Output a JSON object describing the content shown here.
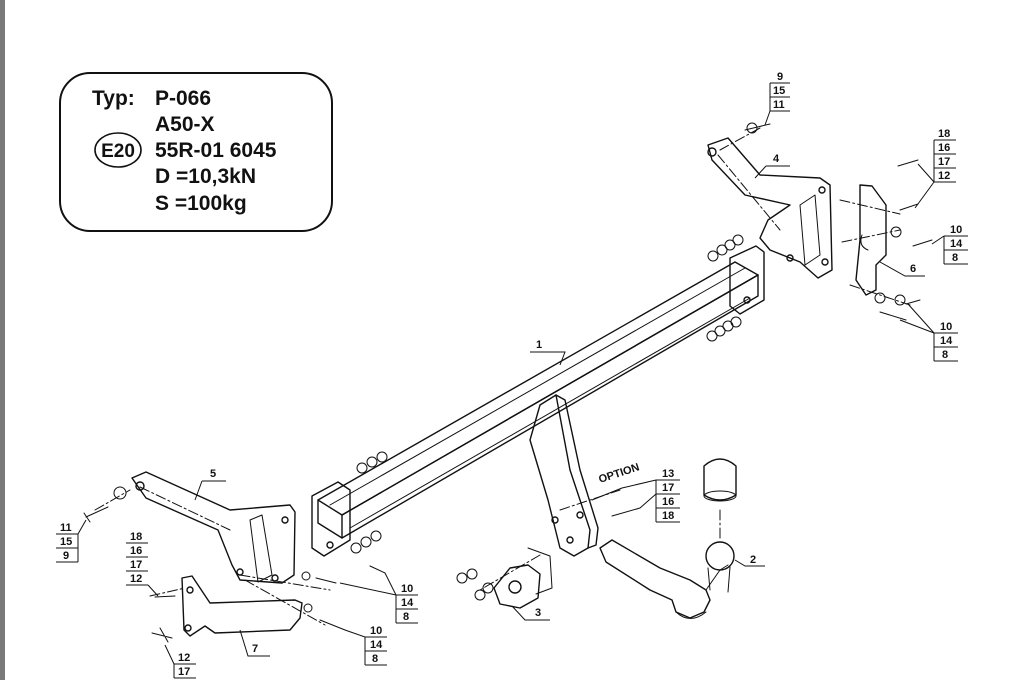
{
  "spec_box": {
    "typ_label": "Typ:",
    "model_code": "P-066",
    "class": "A50-X",
    "approval_mark": "E20",
    "approval_number": "55R-01 6045",
    "d_value": "D =10,3kN",
    "s_value": "S =100kg"
  },
  "callouts": {
    "part_1": "1",
    "part_2": "2",
    "part_3": "3",
    "part_4": "4",
    "part_5": "5",
    "part_6": "6",
    "part_7": "7",
    "stack_top": [
      "9",
      "15",
      "11"
    ],
    "stack_right_upper": [
      "18",
      "16",
      "17",
      "12"
    ],
    "stack_right_mid": [
      "10",
      "14",
      "8"
    ],
    "stack_right_low": [
      "10",
      "14",
      "8"
    ],
    "stack_left": [
      "11",
      "15",
      "9"
    ],
    "stack_left_bracket": [
      "18",
      "16",
      "17",
      "12"
    ],
    "stack_bottom_left": [
      "12",
      "17"
    ],
    "stack_center_upper": [
      "10",
      "14",
      "8"
    ],
    "stack_center_lower": [
      "10",
      "14",
      "8"
    ],
    "option_label": "OPTION",
    "stack_option": [
      "13",
      "17",
      "16",
      "18"
    ]
  },
  "colors": {
    "line": "#111111",
    "rule": "#7a7a7a"
  }
}
